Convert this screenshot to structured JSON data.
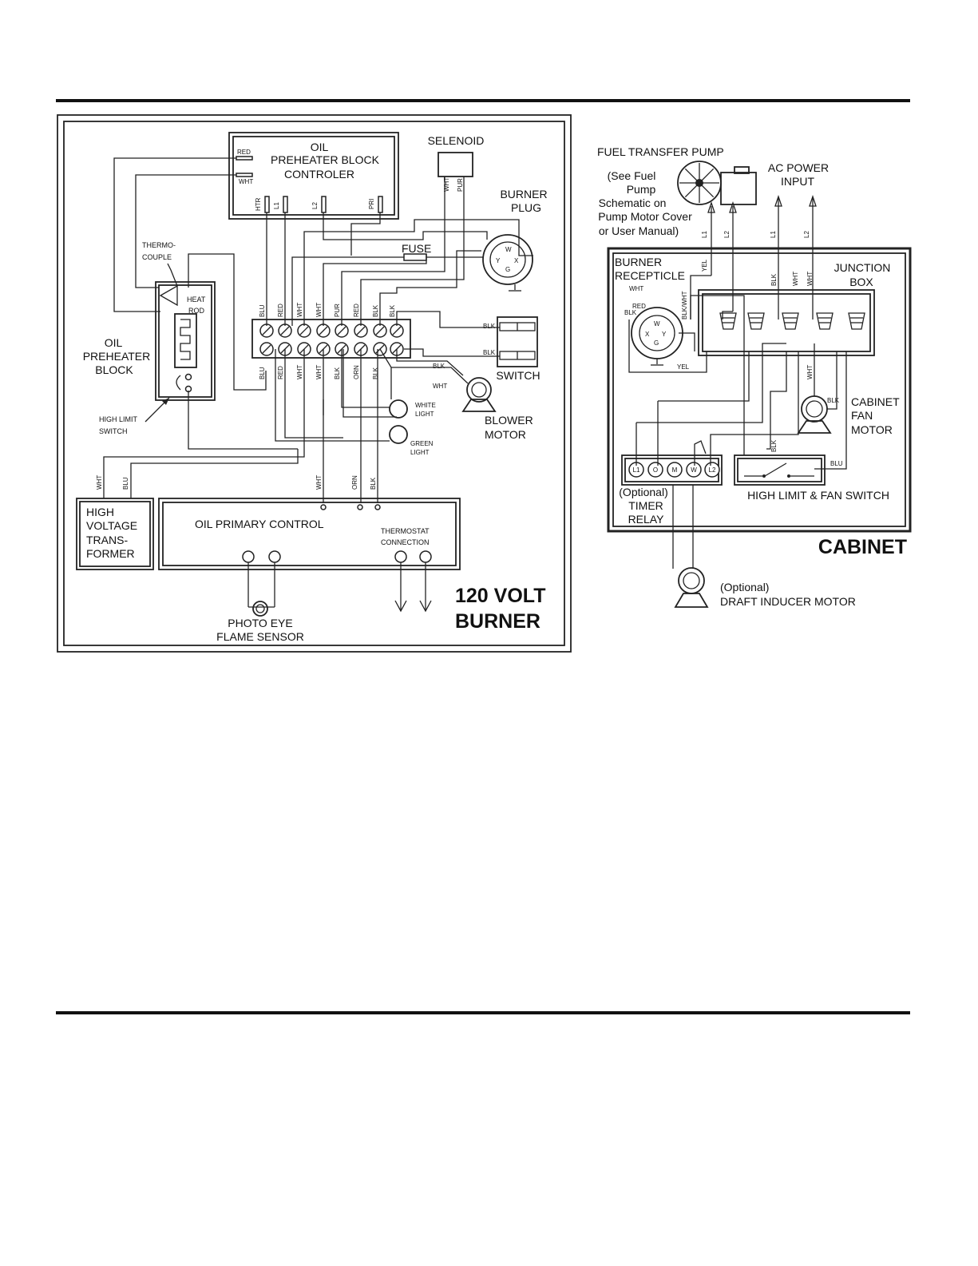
{
  "burner": {
    "title_line1": "120 VOLT",
    "title_line2": "BURNER",
    "controller": {
      "line1": "OIL",
      "line2": "PREHEATER BLOCK",
      "line3": "CONTROLER"
    },
    "controller_pins": {
      "red": "RED",
      "wht": "WHT",
      "htr": "HTR",
      "l1": "L1",
      "l2": "L2",
      "pri": "PRI"
    },
    "selenoid": "SELENOID",
    "selenoid_wires": [
      "WHT",
      "PUR"
    ],
    "burner_plug": {
      "line1": "BURNER",
      "line2": "PLUG"
    },
    "plug_pins": [
      "W",
      "X",
      "Y",
      "G"
    ],
    "fuse": "FUSE",
    "thermocouple": {
      "line1": "THERMO-",
      "line2": "COUPLE"
    },
    "heat_rod": {
      "line1": "HEAT",
      "line2": "ROD"
    },
    "oil_preheater_block": {
      "line1": "OIL",
      "line2": "PREHEATER",
      "line3": "BLOCK"
    },
    "high_limit_switch": {
      "line1": "HIGH LIMIT",
      "line2": "SWITCH"
    },
    "terminal_top_labels": [
      "BLU",
      "RED",
      "WHT",
      "WHT",
      "PUR",
      "RED",
      "BLK",
      "BLK"
    ],
    "terminal_bottom_labels": [
      "BLU",
      "RED",
      "WHT",
      "WHT",
      "BLK",
      "ORN",
      "BLK"
    ],
    "switch": "SWITCH",
    "blower_motor": {
      "line1": "BLOWER",
      "line2": "MOTOR"
    },
    "white_light": {
      "line1": "WHITE",
      "line2": "LIGHT"
    },
    "green_light": {
      "line1": "GREEN",
      "line2": "LIGHT"
    },
    "transformer": {
      "line1": "HIGH",
      "line2": "VOLTAGE",
      "line3": "TRANS-",
      "line4": "FORMER"
    },
    "transformer_wires": [
      "WHT",
      "BLU"
    ],
    "primary_control": "OIL PRIMARY CONTROL",
    "primary_wires": [
      "WHT",
      "ORN",
      "BLK"
    ],
    "thermostat": {
      "line1": "THERMOSTAT",
      "line2": "CONNECTION"
    },
    "photo_eye": {
      "line1": "PHOTO EYE",
      "line2": "FLAME SENSOR"
    },
    "wire_labels": {
      "red": "RED",
      "wht": "WHT",
      "blk": "BLK"
    }
  },
  "cabinet": {
    "title": "CABINET",
    "fuel_pump": "FUEL TRANSFER PUMP",
    "pump_note": [
      "(See Fuel",
      "Pump",
      "Schematic on",
      "Pump Motor Cover",
      "or User Manual)"
    ],
    "ac_power": {
      "line1": "AC POWER",
      "line2": "INPUT"
    },
    "lead_labels": [
      "L1",
      "L2",
      "L1",
      "L2"
    ],
    "burner_recepticle": {
      "line1": "BURNER",
      "line2": "RECEPTICLE"
    },
    "junction_box": {
      "line1": "JUNCTION",
      "line2": "BOX"
    },
    "wire_labels": {
      "yel": "YEL",
      "blk": "BLK",
      "wht": "WHT",
      "blkwht": "BLK/WHT",
      "red": "RED",
      "blu": "BLU"
    },
    "cabinet_fan_motor": {
      "line1": "CABINET",
      "line2": "FAN",
      "line3": "MOTOR"
    },
    "timer_relay": {
      "line1": "(Optional)",
      "line2": "TIMER",
      "line3": "RELAY"
    },
    "timer_terminals": [
      "L1",
      "O",
      "M",
      "W",
      "L2"
    ],
    "high_limit_fan_switch": "HIGH LIMIT & FAN SWITCH",
    "draft_inducer": {
      "line1": "(Optional)",
      "line2": "DRAFT INDUCER MOTOR"
    }
  }
}
